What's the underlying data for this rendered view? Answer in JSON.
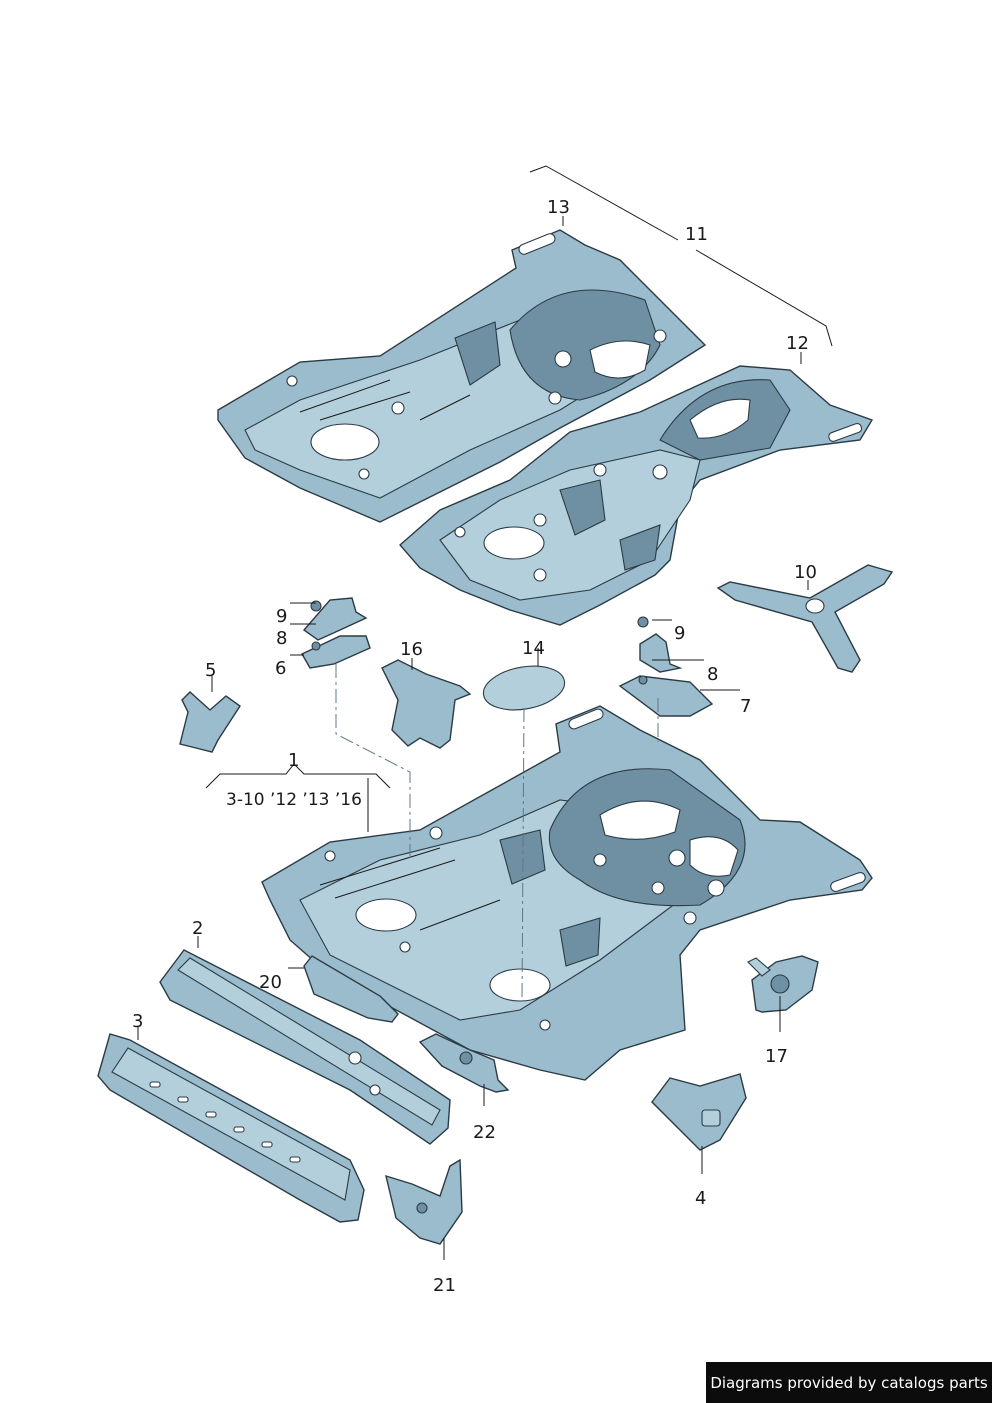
{
  "callouts": {
    "c1": "1",
    "c1_sub": "3-10   ’12 ’13 ’16",
    "c2": "2",
    "c3": "3",
    "c4": "4",
    "c5": "5",
    "c6": "6",
    "c7": "7",
    "c8a": "8",
    "c8b": "8",
    "c9a": "9",
    "c9b": "9",
    "c10": "10",
    "c11": "11",
    "c12": "12",
    "c13": "13",
    "c14": "14",
    "c16": "16",
    "c17": "17",
    "c20": "20",
    "c21": "21",
    "c22": "22"
  },
  "footer": {
    "text": "Diagrams provided by catalogs parts"
  },
  "colors": {
    "panel": "#9bbccc",
    "outline": "#2b3b45",
    "footer_bg": "#0c0c0c"
  }
}
